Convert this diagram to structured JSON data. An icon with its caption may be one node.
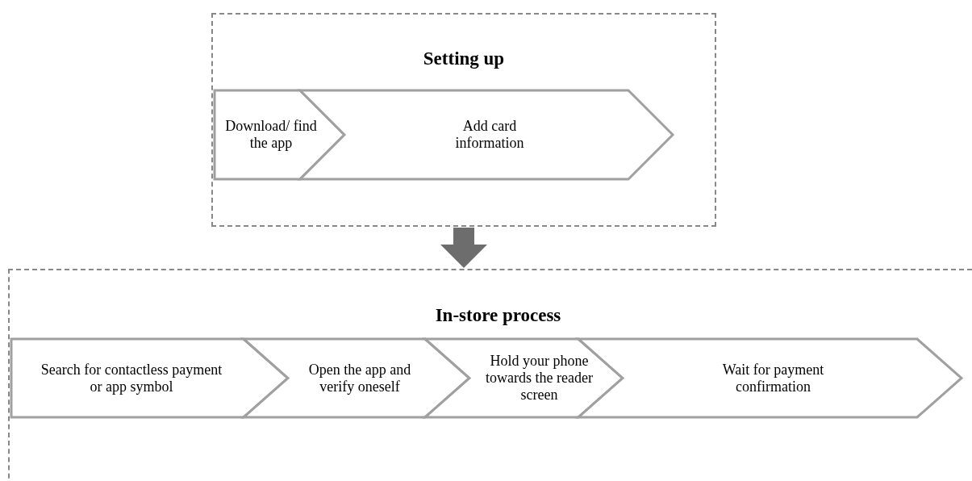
{
  "diagram": {
    "nodes": [
      {
        "text": [
          "Setting up"
        ]
      },
      {
        "text": [
          "Download/ find the app"
        ],
        "in": 0
      },
      {
        "text": [
          "Add card information"
        ],
        "in": 0
      },
      {
        "text": [
          "In-store process"
        ]
      },
      {
        "text": [
          "Search for contactless payment or app symbol"
        ],
        "in": 3
      },
      {
        "text": [
          "Open the app and verify oneself"
        ],
        "in": 3
      },
      {
        "text": [
          "Hold your phone towards the reader screen"
        ],
        "in": 3
      },
      {
        "text": [
          "Wait for payment confirmation"
        ],
        "in": 3
      }
    ],
    "edges": [
      {
        "from": 0,
        "to": 3,
        "arrow": "to"
      }
    ]
  }
}
